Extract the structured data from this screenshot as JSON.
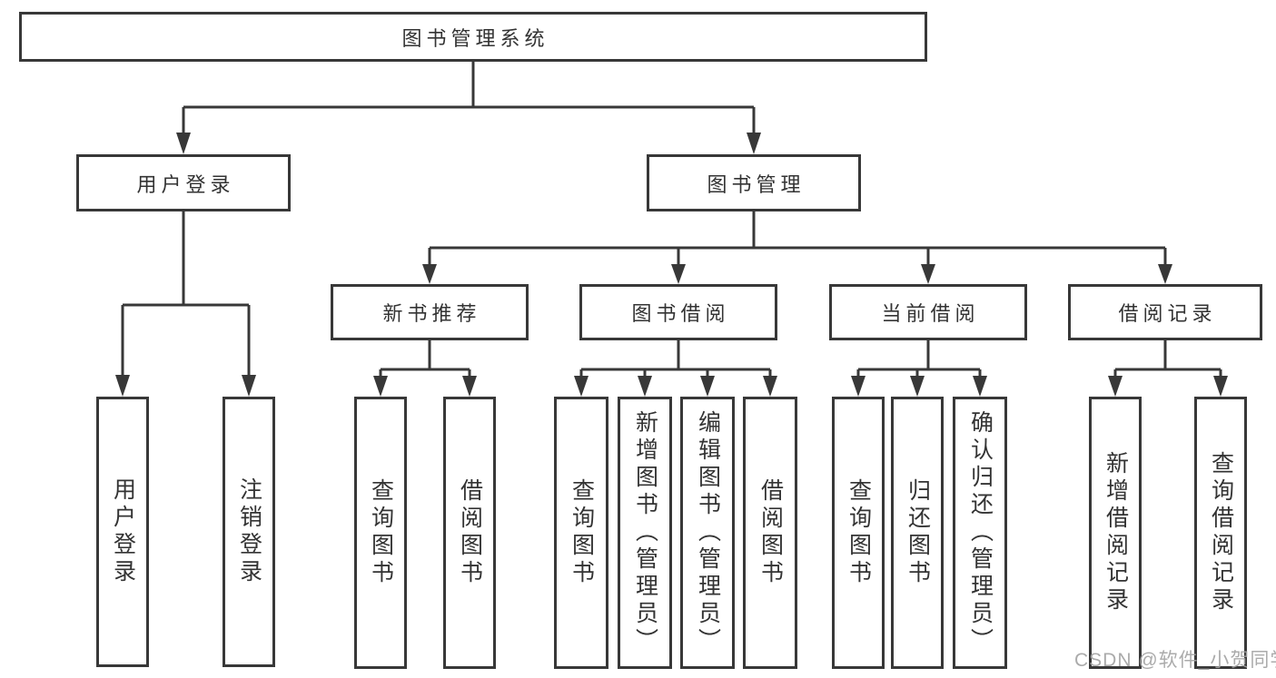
{
  "diagram_title": "图书管理系统",
  "tree": {
    "root": {
      "label": "图书管理系统"
    },
    "user_login": {
      "label": "用户登录",
      "children": [
        {
          "label": "用户登录"
        },
        {
          "label": "注销登录"
        }
      ]
    },
    "book_management": {
      "label": "图书管理",
      "sections": [
        {
          "label": "新书推荐",
          "children": [
            {
              "label": "查询图书"
            },
            {
              "label": "借阅图书"
            }
          ]
        },
        {
          "label": "图书借阅",
          "children": [
            {
              "label": "查询图书"
            },
            {
              "label": "新增图书（管理员）"
            },
            {
              "label": "编辑图书（管理员）"
            },
            {
              "label": "借阅图书"
            }
          ]
        },
        {
          "label": "当前借阅",
          "children": [
            {
              "label": "查询图书"
            },
            {
              "label": "归还图书"
            },
            {
              "label": "确认归还（管理员）"
            }
          ]
        },
        {
          "label": "借阅记录",
          "children": [
            {
              "label": "新增借阅记录"
            },
            {
              "label": "查询借阅记录"
            }
          ]
        }
      ]
    }
  },
  "watermark": "CSDN @软件_小贺同学",
  "colors": {
    "line": "#383838",
    "text": "#333333",
    "background": "#ffffff",
    "watermark": "#a4a4a4"
  }
}
